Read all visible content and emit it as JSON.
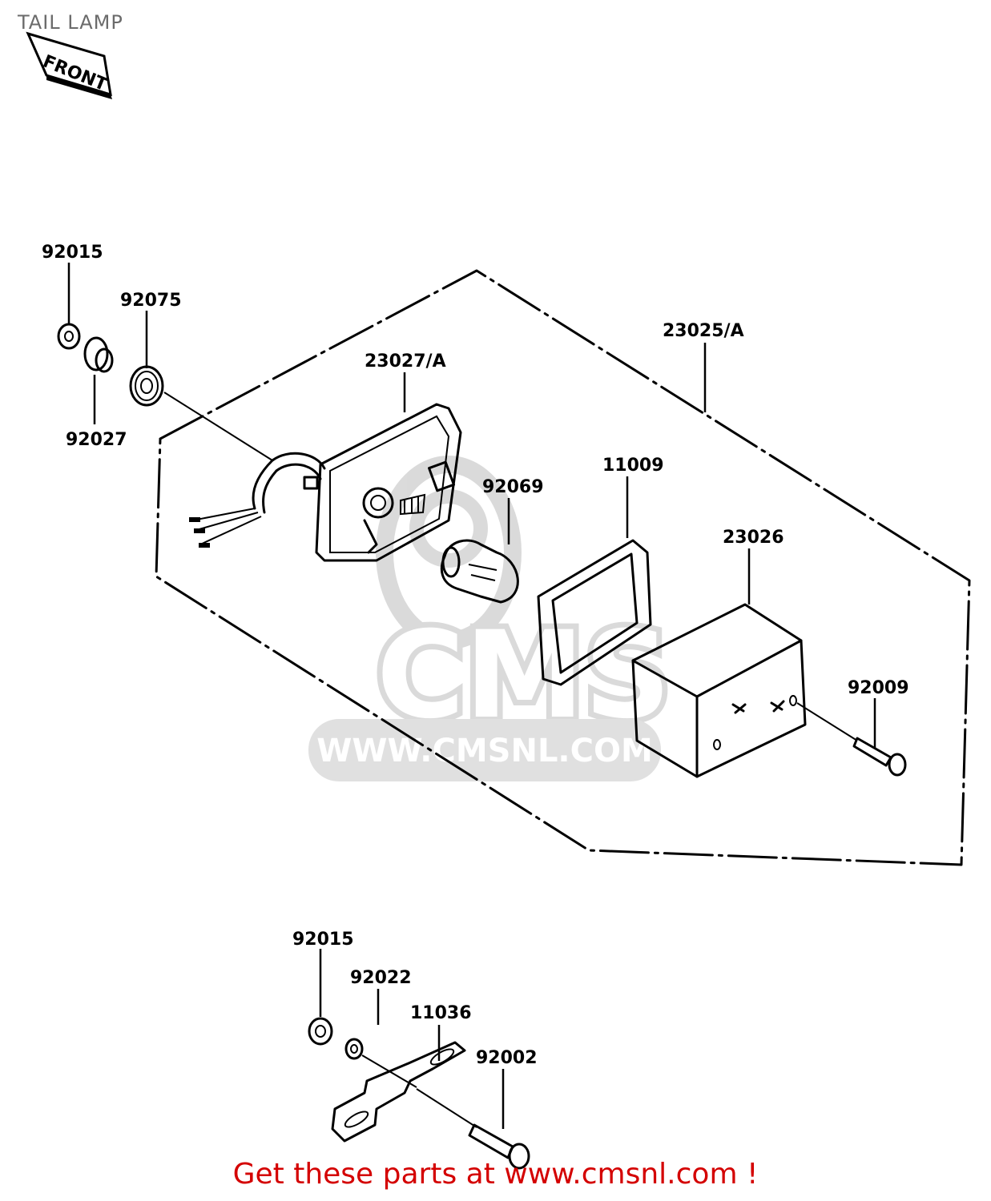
{
  "title": "TAIL LAMP",
  "orientation_tag": "FRONT",
  "watermark": {
    "brand": "CMS",
    "url": "WWW.CMSNL.COM"
  },
  "parts": [
    {
      "number": "92015"
    },
    {
      "number": "92075"
    },
    {
      "number": "92027"
    },
    {
      "number": "23027/A"
    },
    {
      "number": "23025/A"
    },
    {
      "number": "11009"
    },
    {
      "number": "92069"
    },
    {
      "number": "23026"
    },
    {
      "number": "92009"
    },
    {
      "number": "92015"
    },
    {
      "number": "92022"
    },
    {
      "number": "11036"
    },
    {
      "number": "92002"
    }
  ],
  "footer": "Get these parts at www.cmsnl.com !",
  "colors": {
    "footer_text": "#d40000",
    "title_text": "#6b6b6b",
    "line_art": "#000000",
    "watermark": "#c8c8c8"
  }
}
